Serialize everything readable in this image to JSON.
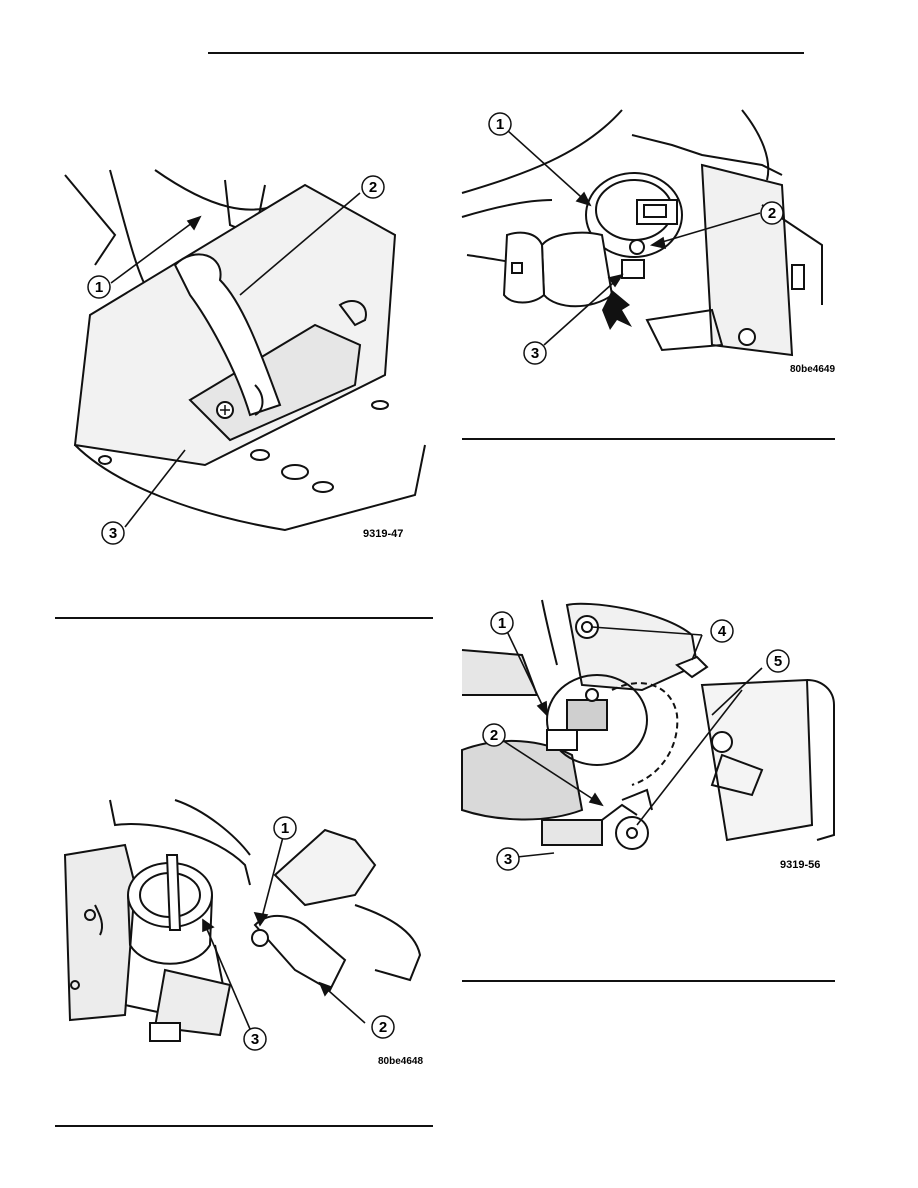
{
  "figures": [
    {
      "id": "fig-1",
      "code": "9319-47",
      "callouts": [
        "1",
        "2",
        "3"
      ]
    },
    {
      "id": "fig-2",
      "code": "80be4648",
      "callouts": [
        "1",
        "2",
        "3"
      ]
    },
    {
      "id": "fig-3",
      "code": "80be4649",
      "callouts": [
        "1",
        "2",
        "3"
      ]
    },
    {
      "id": "fig-4",
      "code": "9319-56",
      "callouts": [
        "1",
        "2",
        "3",
        "4",
        "5"
      ]
    }
  ]
}
